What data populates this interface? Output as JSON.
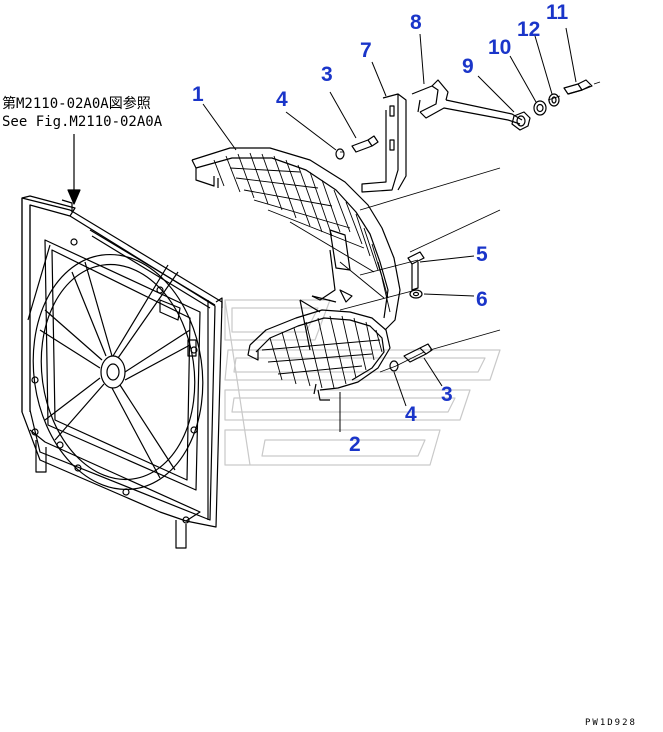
{
  "reference": {
    "line1": "第M2110-02A0A図参照",
    "line2": "See Fig.M2110-02A0A"
  },
  "callouts": [
    {
      "id": "c1",
      "label": "1"
    },
    {
      "id": "c2",
      "label": "2"
    },
    {
      "id": "c3a",
      "label": "3"
    },
    {
      "id": "c3b",
      "label": "3"
    },
    {
      "id": "c4a",
      "label": "4"
    },
    {
      "id": "c4b",
      "label": "4"
    },
    {
      "id": "c5",
      "label": "5"
    },
    {
      "id": "c6",
      "label": "6"
    },
    {
      "id": "c7",
      "label": "7"
    },
    {
      "id": "c8",
      "label": "8"
    },
    {
      "id": "c9",
      "label": "9"
    },
    {
      "id": "c10",
      "label": "10"
    },
    {
      "id": "c11",
      "label": "11"
    },
    {
      "id": "c12",
      "label": "12"
    }
  ],
  "drawing_code": "PW1D928",
  "colors": {
    "callout": "#1a35c9",
    "line": "#000000",
    "background": "#ffffff"
  }
}
